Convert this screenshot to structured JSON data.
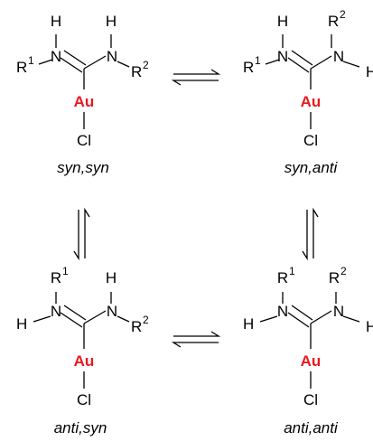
{
  "structures": [
    {
      "id": "syn-syn",
      "caption": "syn,syn",
      "h1": "H",
      "n1": "N",
      "r1": "R",
      "r1_sup": "1",
      "h2": "H",
      "n2": "N",
      "r2": "R",
      "r2_sup": "2",
      "metal": "Au",
      "halide": "Cl"
    },
    {
      "id": "syn-anti",
      "caption": "syn,anti",
      "h1": "H",
      "n1": "N",
      "r1": "R",
      "r1_sup": "1",
      "h2": "H",
      "n2": "N",
      "r2": "R",
      "r2_sup": "2",
      "metal": "Au",
      "halide": "Cl"
    },
    {
      "id": "anti-syn",
      "caption": "anti,syn",
      "h1": "H",
      "n1": "N",
      "r1": "R",
      "r1_sup": "1",
      "h2": "H",
      "n2": "N",
      "r2": "R",
      "r2_sup": "2",
      "metal": "Au",
      "halide": "Cl"
    },
    {
      "id": "anti-anti",
      "caption": "anti,anti",
      "h1": "H",
      "n1": "N",
      "r1": "R",
      "r1_sup": "1",
      "h2": "H",
      "n2": "N",
      "r2": "R",
      "r2_sup": "2",
      "metal": "Au",
      "halide": "Cl"
    }
  ],
  "colors": {
    "metal": "#e8191f",
    "ink": "#000000",
    "background": "#ffffff"
  }
}
